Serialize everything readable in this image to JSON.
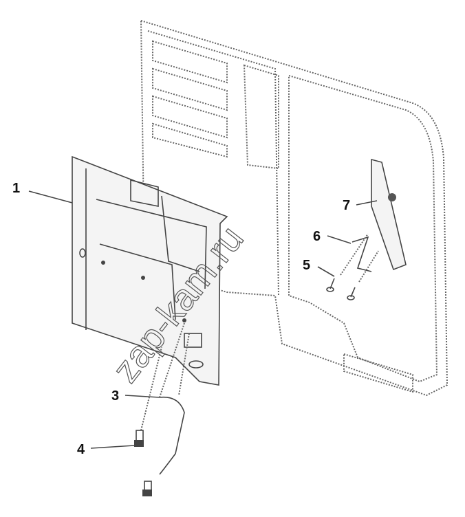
{
  "diagram": {
    "callouts": [
      {
        "id": "callout-1",
        "label": "1"
      },
      {
        "id": "callout-3",
        "label": "3"
      },
      {
        "id": "callout-4",
        "label": "4"
      },
      {
        "id": "callout-5",
        "label": "5"
      },
      {
        "id": "callout-6",
        "label": "6"
      },
      {
        "id": "callout-7",
        "label": "7"
      }
    ],
    "watermark": "zap-kam.ru"
  }
}
